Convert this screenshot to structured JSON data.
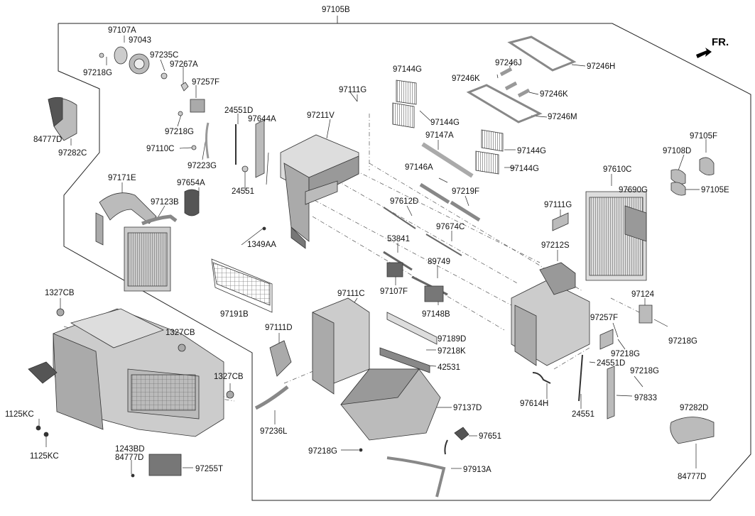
{
  "diagram": {
    "direction_label": "FR.",
    "assembly_code": "97105B",
    "labels": [
      "97107A",
      "97043",
      "97218G",
      "97235C",
      "97267A",
      "97257F",
      "97218G",
      "97110C",
      "97223G",
      "84777D",
      "97282C",
      "24551D",
      "97644A",
      "24551",
      "97211V",
      "97111G",
      "97144G",
      "97144G",
      "97147A",
      "97144G",
      "97144G",
      "97246H",
      "97246J",
      "97246K",
      "97246K",
      "97246M",
      "97171E",
      "97654A",
      "97123B",
      "97146A",
      "97219F",
      "97612D",
      "97674C",
      "1349AA",
      "53841",
      "89749",
      "97107F",
      "97148B",
      "97191B",
      "97105F",
      "97108D",
      "97105E",
      "97610C",
      "97690G",
      "97111G",
      "97212S",
      "97124",
      "97257F",
      "97218G",
      "97218G",
      "24551D",
      "97218G",
      "97833",
      "24551",
      "97614H",
      "97282D",
      "84777D",
      "1327CB",
      "1327CB",
      "1327CB",
      "1125KC",
      "1125KC",
      "1243BD",
      "84777D",
      "97255T",
      "97111D",
      "97236L",
      "97111C",
      "97189D",
      "97218K",
      "42531",
      "97137D",
      "97651",
      "97218G",
      "97913A"
    ]
  }
}
